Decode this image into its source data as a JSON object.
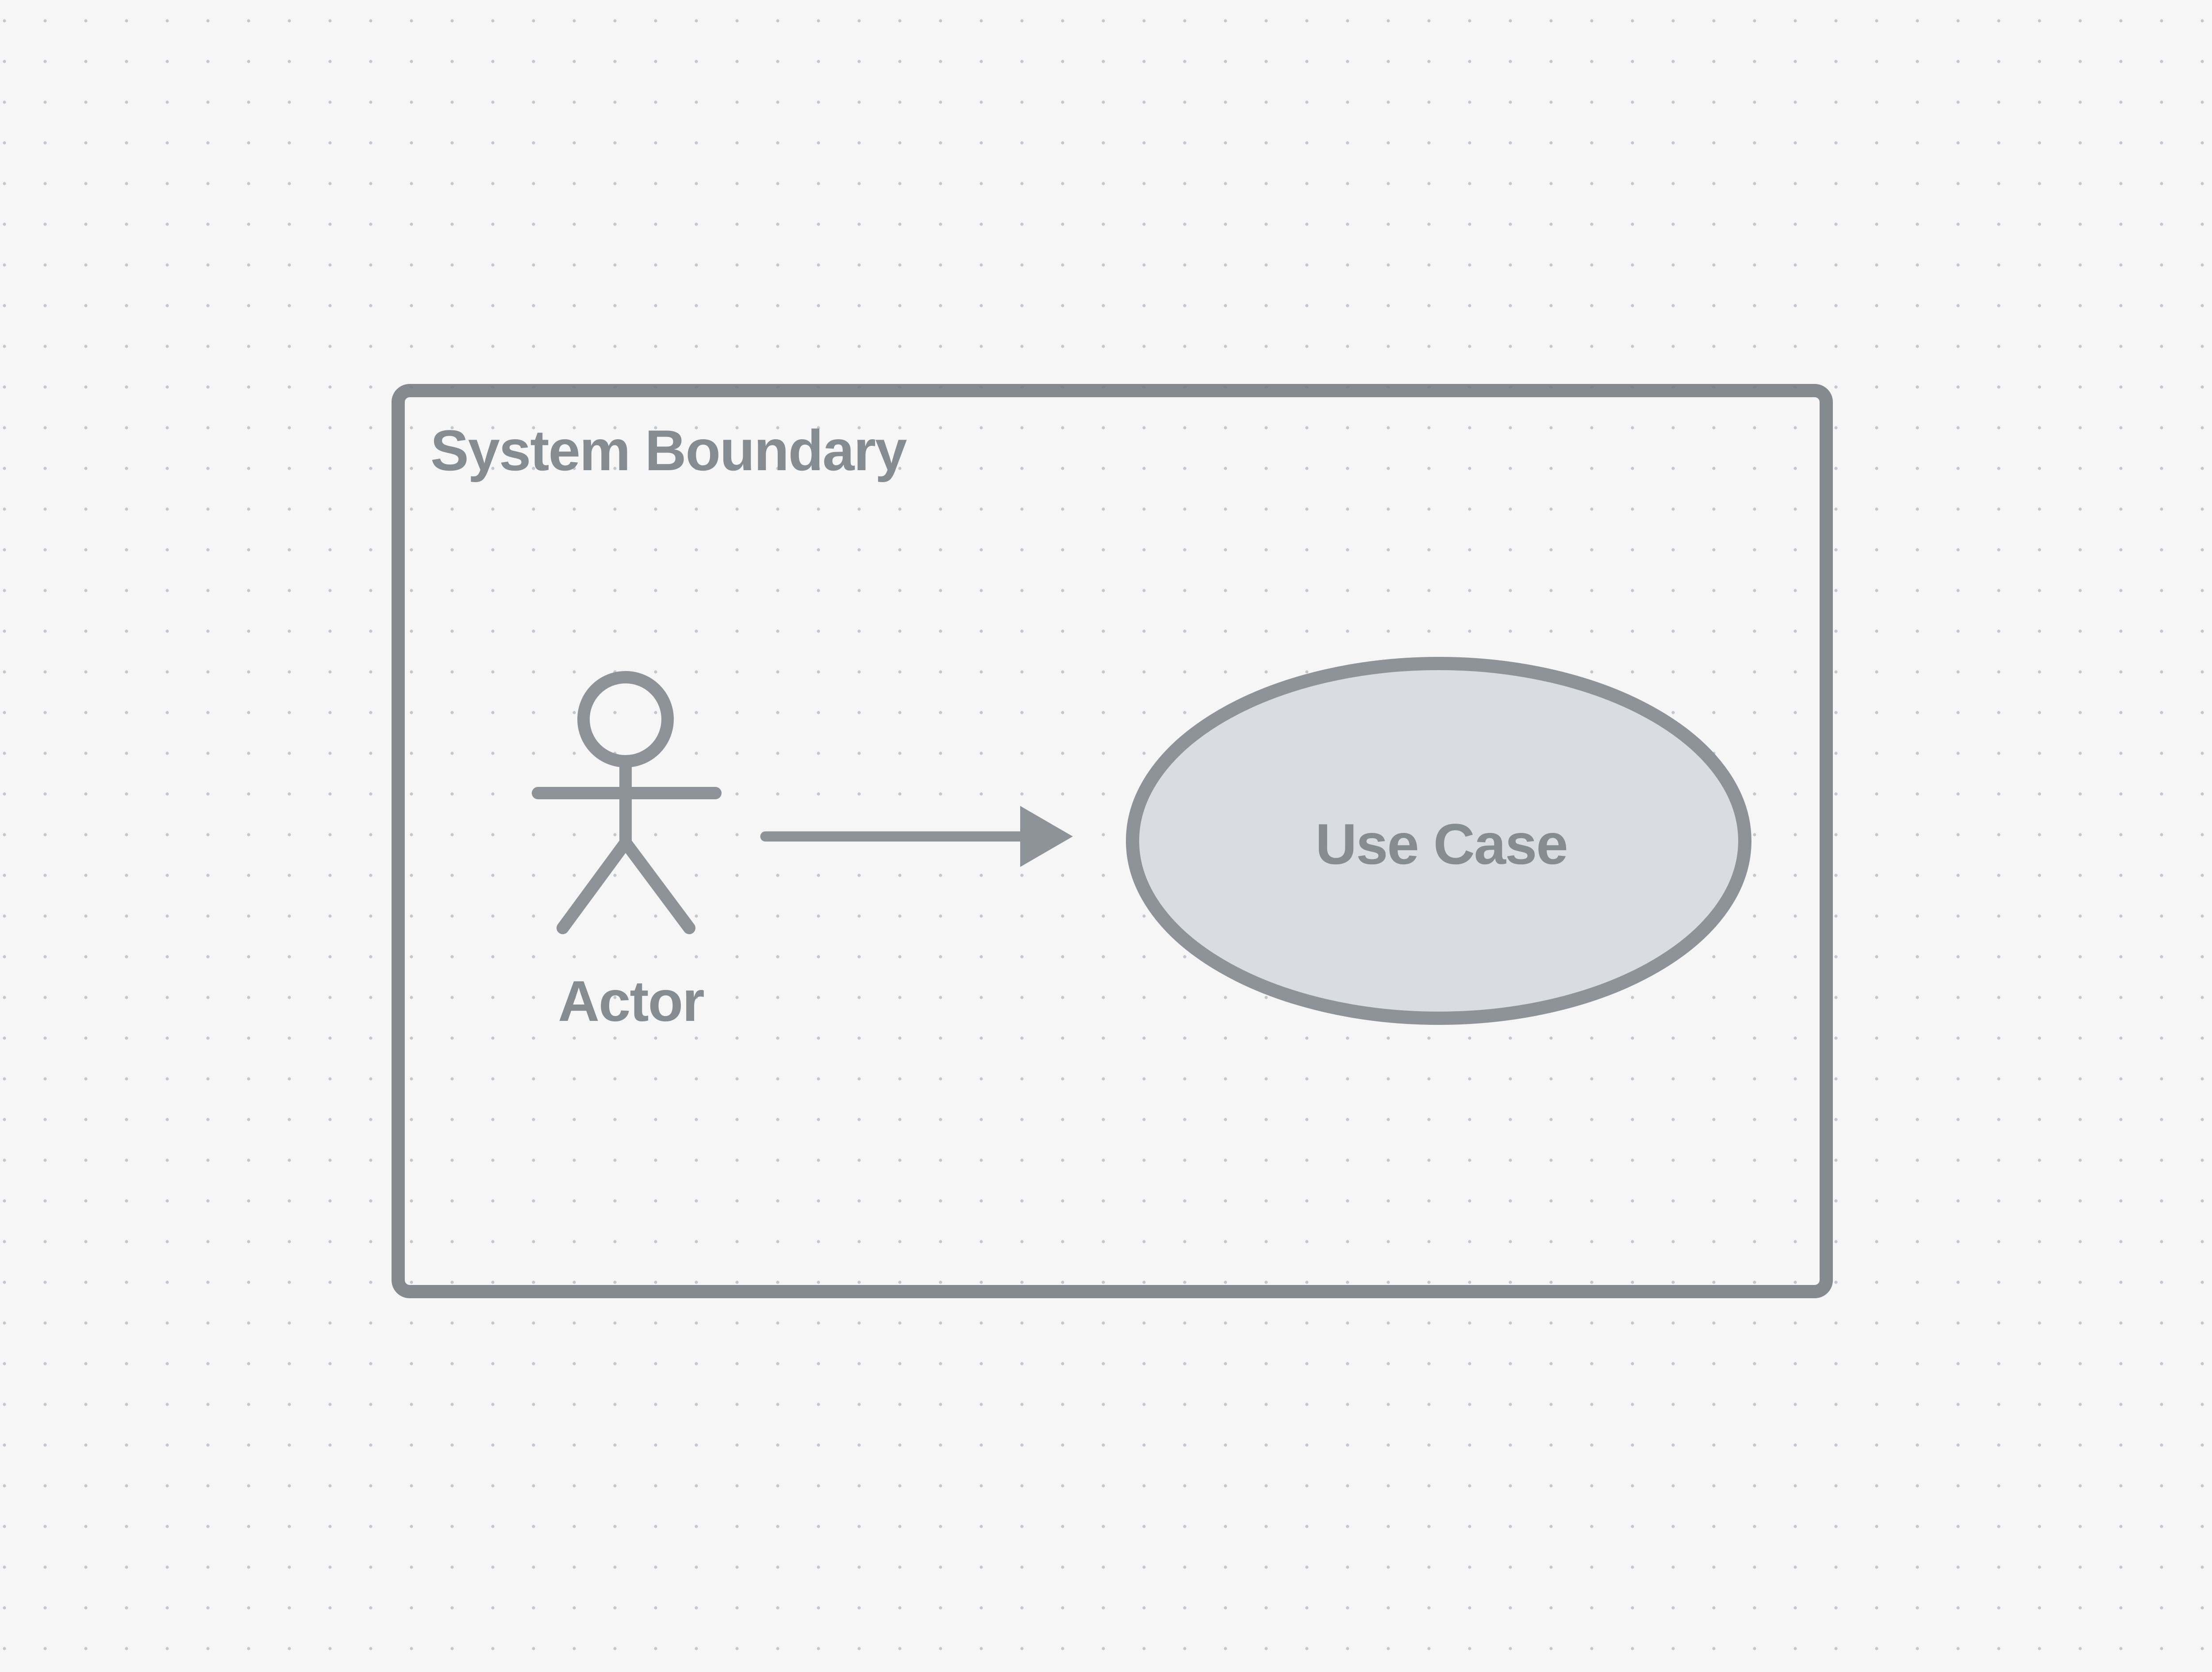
{
  "diagram": {
    "canvas": {
      "background_color": "#f6f6f7",
      "grid_dot_color": "#c2c8ce"
    },
    "label_color": "#858c92",
    "stroke_color": "#8d9399",
    "system_boundary": {
      "label": "System Boundary",
      "stroke_color": "#8d9399"
    },
    "actor": {
      "label": "Actor",
      "stroke_color": "#8d9399"
    },
    "connector": {
      "kind": "arrow",
      "direction": "right",
      "from": "Actor",
      "to": "Use Case",
      "color": "#8d9399"
    },
    "use_case": {
      "label": "Use Case",
      "fill_color": "#d9dde1",
      "stroke_color": "#8d9399"
    }
  }
}
